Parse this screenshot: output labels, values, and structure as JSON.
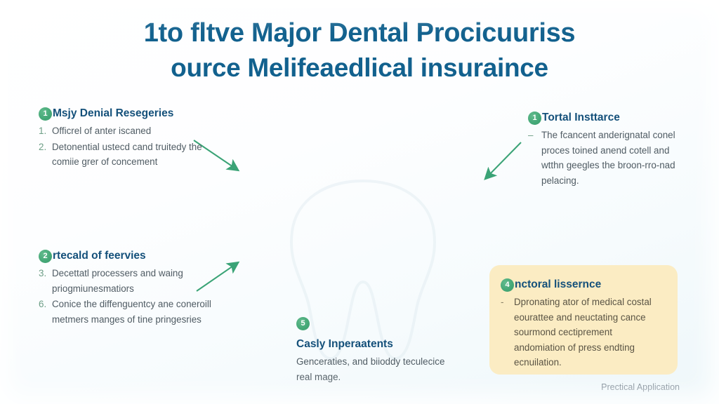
{
  "title": {
    "line1": "1to fltve Major Dental Procicuuriss",
    "line2": "ource Melifeaedlical insuraince"
  },
  "colors": {
    "title": "#12618e",
    "heading": "#14507a",
    "body": "#4f5b63",
    "badge": "#44a877",
    "arrow": "#3aa376",
    "card_bg": "#fbecc3",
    "footer": "#7d8a95",
    "background": "#f6fbfd"
  },
  "blocks": [
    {
      "badge": "1",
      "title": "Msjy Denial Resegeries",
      "items": [
        {
          "marker": "1.",
          "text": "Officrel of anter iscaned"
        },
        {
          "marker": "2.",
          "text": "Detonential ustecd cand truitedy the comiie grer of concement"
        }
      ]
    },
    {
      "badge": "1",
      "title": "Tortal Insttarce",
      "items": [
        {
          "marker": "–",
          "text": "The fcancent anderignatal conel proces toined anend cotell and wtthn geegles the broon-rro-nad pelacing."
        }
      ]
    },
    {
      "badge": "2",
      "title": "rtecald of feervies",
      "items": [
        {
          "marker": "3.",
          "text": "Decettatl processers and waing priogmiunesmatiors"
        },
        {
          "marker": "6.",
          "text": "Conice the diffenguentcy ane coneroill metmers manges of tine pringesries"
        }
      ]
    }
  ],
  "card": {
    "badge": "4",
    "title": "nctoral lissernce",
    "items": [
      {
        "marker": "-",
        "text": "Dpronating ator of medical costal eourattee and neuctating cance sourmond cectiprement andomiation of press endting ecnuilation."
      }
    ]
  },
  "center_block": {
    "badge": "5",
    "title": "Casly Inperaatents",
    "body": "Genceraties, and biioddy teculecice real mage."
  },
  "footer": {
    "label": "Prectical Application"
  },
  "icons": {
    "tooth": "tooth-watermark-icon",
    "arrow": "arrow-icon"
  }
}
